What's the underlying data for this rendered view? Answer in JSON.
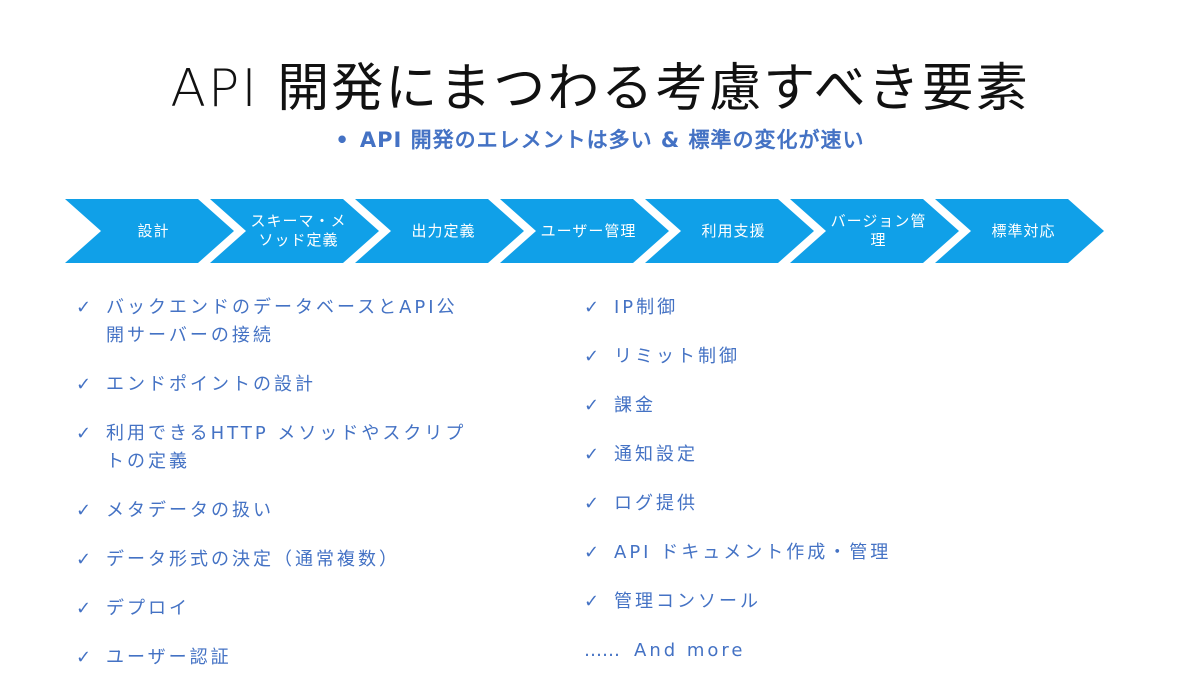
{
  "slide": {
    "title": "API 開発にまつわる考慮すべき要素",
    "subtitle": {
      "bullet": "•",
      "text": "API 開発のエレメントは多い & 標準の変化が速い"
    }
  },
  "process_flow": {
    "steps": [
      {
        "label": "設計"
      },
      {
        "label": "スキーマ・メソッド定義"
      },
      {
        "label": "出力定義"
      },
      {
        "label": "ユーザー管理"
      },
      {
        "label": "利用支援"
      },
      {
        "label": "バージョン管理"
      },
      {
        "label": "標準対応"
      }
    ]
  },
  "checklists": {
    "check_glyph": "✓",
    "left": [
      "バックエンドのデータベースとAPI公開サーバーの接続",
      "エンドポイントの設計",
      "利用できるHTTP メソッドやスクリプトの定義",
      "メタデータの扱い",
      "データ形式の決定（通常複数）",
      "デプロイ",
      "ユーザー認証"
    ],
    "right": [
      "IP制御",
      "リミット制御",
      "課金",
      "通知設定",
      "ログ提供",
      "API ドキュメント作成・管理",
      "管理コンソール"
    ],
    "more": {
      "marker": "……",
      "label": "And more"
    }
  },
  "colors": {
    "accent_text": "#4472C4",
    "arrow_fill": "#10A0E8",
    "arrow_label": "#FFFFFF",
    "title_text": "#111111",
    "background": "#FFFFFF"
  }
}
